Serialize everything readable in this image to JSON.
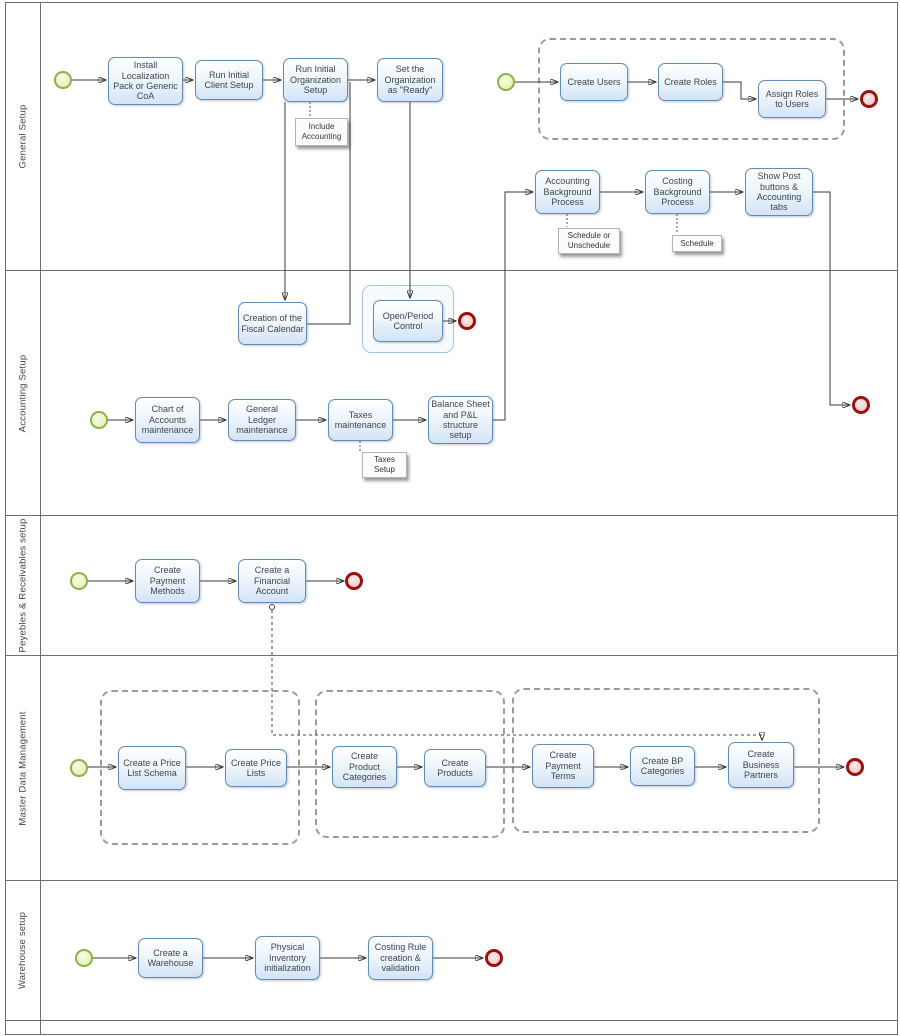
{
  "lanes": [
    {
      "label": "General Setup"
    },
    {
      "label": "Accounting Setup"
    },
    {
      "label": "Peyebles & Receivables setup"
    },
    {
      "label": "Master Data Management"
    },
    {
      "label": "Warehouse setup"
    }
  ],
  "tasks": {
    "install_pack": "Install Localization Pack or Generic CoA",
    "run_client_setup": "Run Initial Client Setup",
    "run_org_setup": "Run Initial Organization Setup",
    "set_org_ready": "Set the Organization as \"Ready\"",
    "create_users": "Create Users",
    "create_roles": "Create Roles",
    "assign_roles": "Assign Roles to Users",
    "acct_bg": "Accounting Background Process",
    "costing_bg": "Costing Background Process",
    "show_post": "Show Post buttons & Accounting tabs",
    "fiscal_calendar": "Creation of the Fiscal Calendar",
    "open_period": "Open/Period Control",
    "coa": "Chart of Accounts maintenance",
    "gl": "General Ledger maintenance",
    "taxes": "Taxes maintenance",
    "balance_sheet": "Balance Sheet and P&L structure setup",
    "payment_methods": "Create Payment Methods",
    "financial_account": "Create a Financial Account",
    "price_list_schema": "Create a Price List Schema",
    "price_lists": "Create Price Lists",
    "product_categories": "Create Product Categories",
    "products": "Create Products",
    "payment_terms": "Create Payment Terms",
    "bp_categories": "Create BP Categories",
    "business_partners": "Create Business Partners",
    "warehouse": "Create a Warehouse",
    "physical_inventory": "Physical Inventory initialization",
    "costing_rule": "Costing Rule creation & validation"
  },
  "annotations": {
    "include_accounting": "Include Accounting",
    "schedule_or_unschedule": "Schedule or Unschedule",
    "schedule": "Schedule",
    "taxes_setup": "Taxes Setup"
  },
  "colors": {
    "task_border": "#628cb4",
    "task_fill": "#d3e4f5",
    "start_event_border": "#8cb04a",
    "start_event_fill": "#ddf0a5",
    "end_event_border": "#9c1010",
    "end_event_fill": "#efc6c6",
    "connector": "#3a3a3a"
  }
}
